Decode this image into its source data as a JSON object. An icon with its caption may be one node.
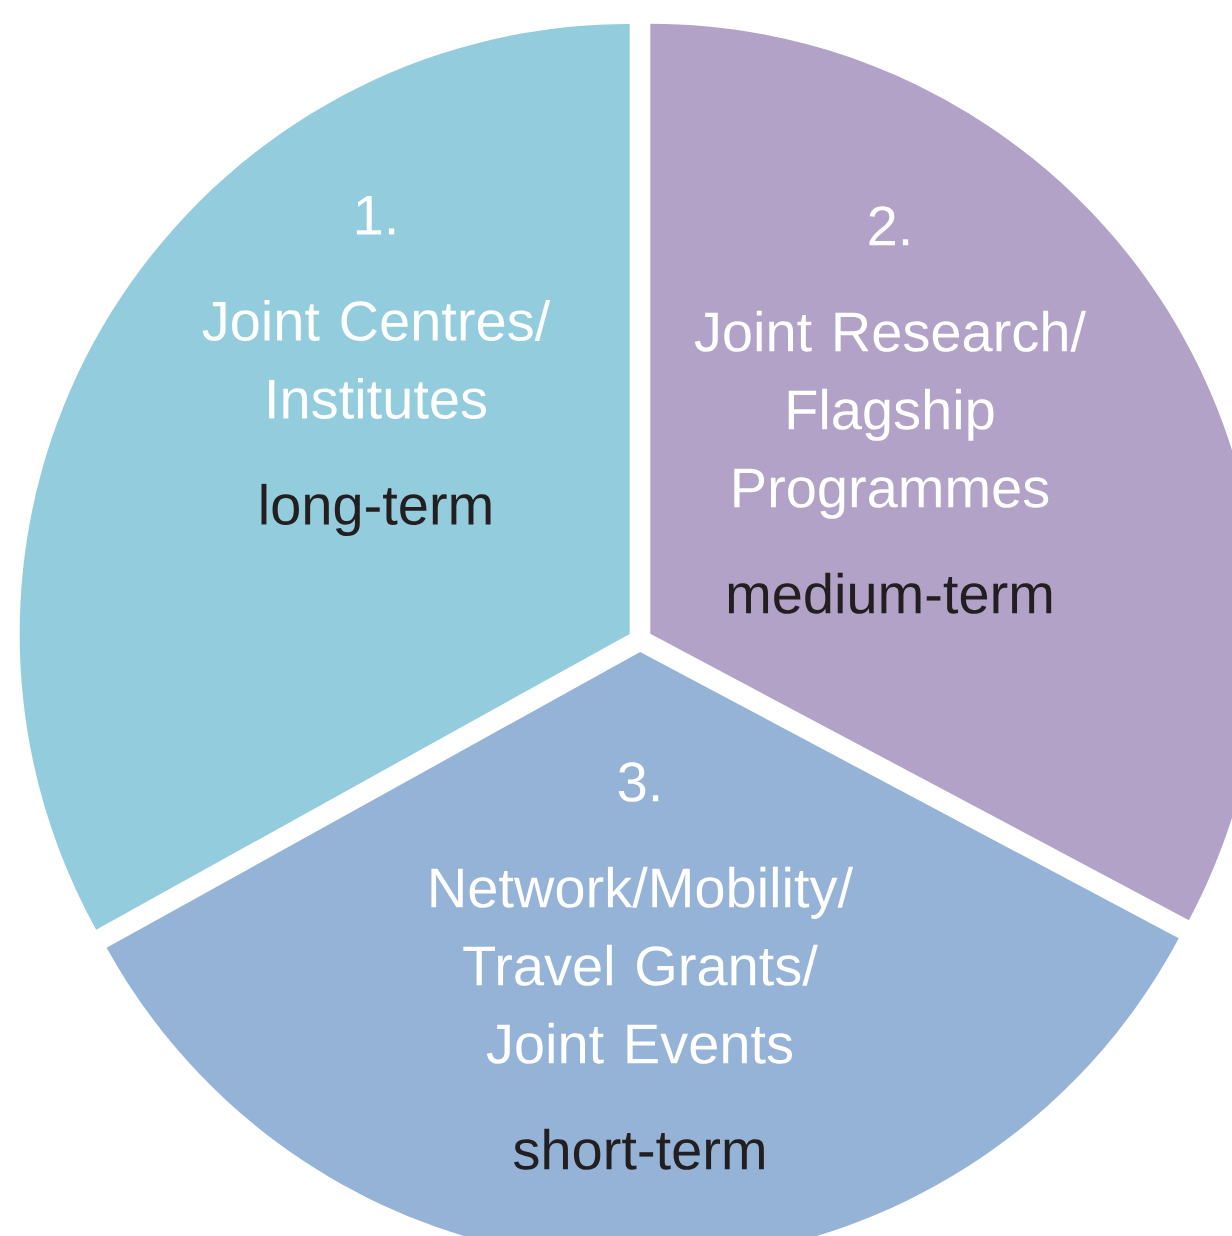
{
  "diagram": {
    "nodes": [
      {
        "text": [
          "1.",
          "Joint Centres/ Institutes",
          "long-term"
        ]
      },
      {
        "text": [
          "2.",
          "Joint Research/ Flagship Programmes",
          "medium-term"
        ]
      },
      {
        "text": [
          "3.",
          "Network/Mobility/ Travel Grants/ Joint Events",
          "short-term"
        ]
      }
    ]
  }
}
